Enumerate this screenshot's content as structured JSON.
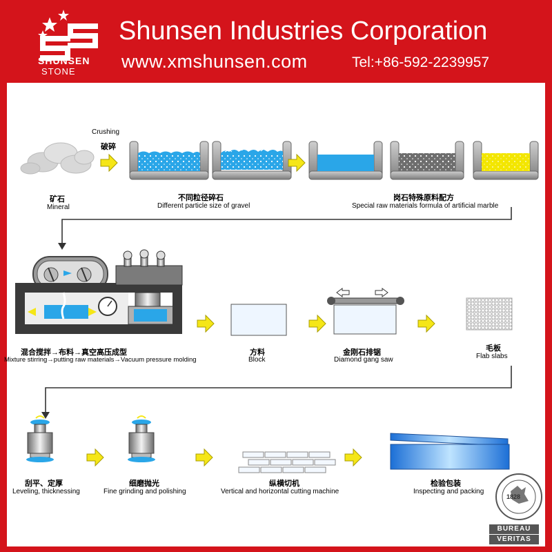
{
  "header": {
    "company_name": "Shunsen Industries Corporation",
    "website": "www.xmshunsen.com",
    "tel": "Tel:+86-592-2239957",
    "logo_line1": "SHUNSEN",
    "logo_line2": "STONE",
    "colors": {
      "brand_red": "#d4141b",
      "white": "#ffffff"
    }
  },
  "steps": {
    "crushing_en": "Crushing",
    "crushing_cn": "破碎",
    "mineral_cn": "矿石",
    "mineral_en": "Mineral",
    "gravel_cn": "不同粒径碎石",
    "gravel_en": "Different particle size of gravel",
    "formula_cn": "岗石特殊原料配方",
    "formula_en": "Special raw materials formula of artificial marble",
    "mixing_cn": "混合搅拌→布料→真空高压成型",
    "mixing_en": "Mixture stirring→putting raw materials→Vacuum pressure molding",
    "block_cn": "方料",
    "block_en": "Block",
    "saw_cn": "金刚石排锯",
    "saw_en": "Diamond gang saw",
    "slabs_cn": "毛板",
    "slabs_en": "Flab slabs",
    "leveling_cn": "刮平、定厚",
    "leveling_en": "Leveling, thicknessing",
    "polishing_cn": "细磨抛光",
    "polishing_en": "Fine grinding and polishing",
    "cutting_cn": "纵横切机",
    "cutting_en": "Vertical and horizontal cutting machine",
    "packing_cn": "检验包装",
    "packing_en": "Inspecting and packing"
  },
  "certification": {
    "badge_text": "BUREAU VERITAS",
    "year": "1828",
    "label_line1": "BUREAU",
    "label_line2": "VERITAS"
  },
  "colors": {
    "arrow_yellow": "#f5e617",
    "water_blue": "#2aa6e8",
    "gravel_grey": "#777777",
    "resin_yellow": "#f3e600",
    "tub_grey": "#8a8a8a"
  }
}
